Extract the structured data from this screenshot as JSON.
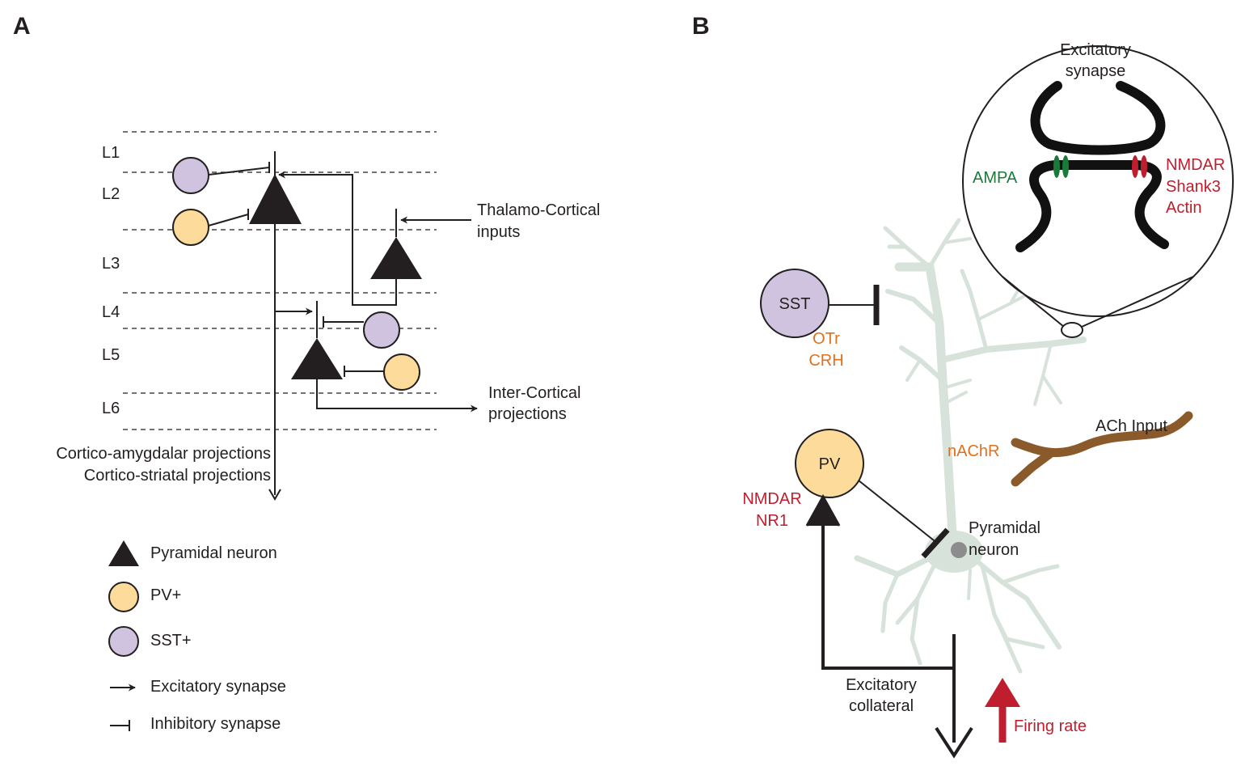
{
  "panel_a": {
    "letter": "A",
    "layers": [
      "L1",
      "L2",
      "L3",
      "L4",
      "L5",
      "L6"
    ],
    "thalamo_label": [
      "Thalamo-Cortical",
      "inputs"
    ],
    "intercortical_label": [
      "Inter-Cortical",
      "projections"
    ],
    "amygdalar_label": "Cortico-amygdalar projections",
    "striatal_label": "Cortico-striatal projections",
    "legend": {
      "pyramidal": "Pyramidal neuron",
      "pv": "PV+",
      "sst": "SST+",
      "excitatory": "Excitatory synapse",
      "inhibitory": "Inhibitory synapse"
    }
  },
  "panel_b": {
    "letter": "B",
    "synapse_title": [
      "Excitatory",
      "synapse"
    ],
    "ampa": "AMPA",
    "nmdar_markers": [
      "NMDAR",
      "Shank3",
      "Actin"
    ],
    "sst": "SST",
    "sst_markers": [
      "OTr",
      "CRH"
    ],
    "pv": "PV",
    "pv_markers": [
      "NMDAR",
      "NR1"
    ],
    "ach_input": "ACh Input",
    "nachr": "nAChR",
    "pyramidal": [
      "Pyramidal",
      "neuron"
    ],
    "collateral": [
      "Excitatory",
      "collateral"
    ],
    "firing_rate": "Firing rate"
  },
  "colors": {
    "pv_fill": "#fcdb9b",
    "sst_fill": "#cfc3e0",
    "marker_orange": "#e0701c",
    "marker_red": "#be1e2d",
    "ampa_green": "#1a7a3a",
    "ach_brown": "#8b5a2b",
    "dendrite": "#d6e2da"
  }
}
